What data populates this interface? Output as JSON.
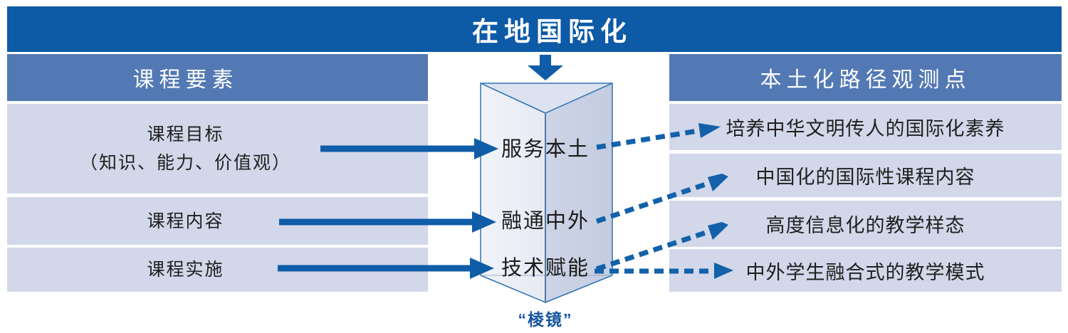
{
  "title": "在地国际化",
  "left_panel": {
    "header": "课程要素",
    "rows": [
      {
        "line1": "课程目标",
        "line2": "（知识、能力、价值观）"
      },
      {
        "line1": "课程内容"
      },
      {
        "line1": "课程实施"
      }
    ]
  },
  "prism": {
    "labels": [
      "服务本土",
      "融通中外",
      "技术赋能"
    ],
    "caption": "“棱镜”"
  },
  "right_panel": {
    "header": "本土化路径观测点",
    "rows": [
      "培养中华文明传人的国际化素养",
      "中国化的国际性课程内容",
      "高度信息化的教学样态",
      "中外学生融合式的教学模式"
    ]
  },
  "colors": {
    "banner_blue": "#0D5AA7",
    "header_blue": "#5379B4",
    "row_lavender": "#D2D7E9",
    "arrow_blue": "#0F5CA8",
    "dashed_arrow_blue": "#1261A9",
    "prism_stroke": "#2E74B5",
    "prism_left_face": "#EDF0F7",
    "prism_right_face": "#C8CFE3",
    "prism_top_face": "#DCE2EF",
    "caption_blue": "#17549E",
    "text_dark": "#1F1F1F"
  }
}
